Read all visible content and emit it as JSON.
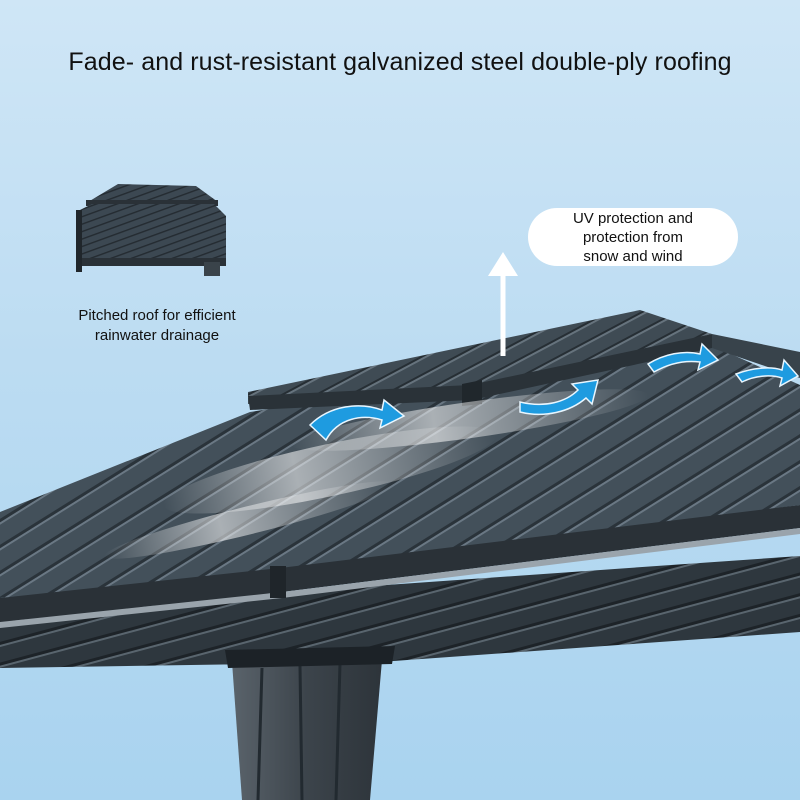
{
  "headline": "Fade- and rust-resistant galvanized steel double-ply roofing",
  "inset": {
    "caption_line1": "Pitched roof for efficient",
    "caption_line2": "rainwater drainage"
  },
  "callout": {
    "line1": "UV protection and",
    "line2": "protection from",
    "line3": "snow and wind"
  },
  "colors": {
    "sky": "#bcdcf2",
    "roof_steel": "#3b4750",
    "frame": "#2b3239",
    "airflow_arrow": "#1e9be0"
  },
  "icons": [
    "up-arrow-icon",
    "airflow-arrow-icon"
  ]
}
